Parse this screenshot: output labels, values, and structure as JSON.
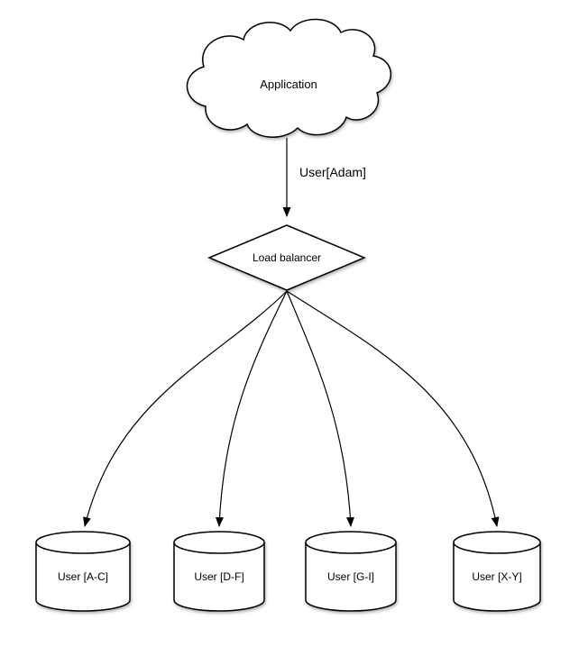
{
  "diagram": {
    "nodes": {
      "application": {
        "label": "Application",
        "shape": "cloud"
      },
      "load_balancer": {
        "label": "Load balancer",
        "shape": "diamond"
      },
      "shards": [
        {
          "label": "User [A-C]",
          "shape": "cylinder"
        },
        {
          "label": "User [D-F]",
          "shape": "cylinder"
        },
        {
          "label": "User [G-I]",
          "shape": "cylinder"
        },
        {
          "label": "User [X-Y]",
          "shape": "cylinder"
        }
      ]
    },
    "edges": {
      "app_to_balancer": {
        "label": "User[Adam]"
      }
    },
    "colors": {
      "stroke": "#000000",
      "fill": "#ffffff",
      "background": "#ffffff"
    }
  }
}
